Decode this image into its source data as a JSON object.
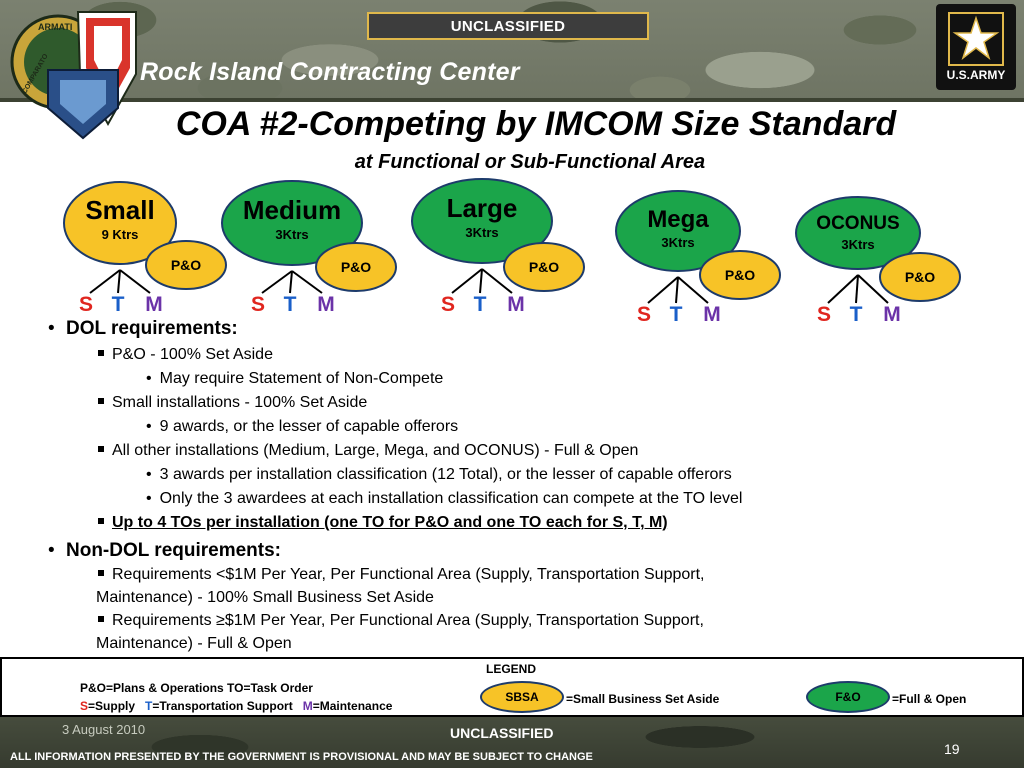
{
  "header": {
    "classification": "UNCLASSIFIED",
    "org_title": "Rock Island Contracting Center",
    "left_logo_text": "ARMATI",
    "left_logo_text2": "COMPARATO",
    "army_logo_text": "U.S.ARMY"
  },
  "slide": {
    "title": "COA #2-Competing by IMCOM Size Standard",
    "subtitle": "at Functional or Sub-Functional Area"
  },
  "diagram": {
    "groups": [
      {
        "name": "Small",
        "ktrs": "9 Ktrs",
        "po": "P&O",
        "color": "#f7c327"
      },
      {
        "name": "Medium",
        "ktrs": "3Ktrs",
        "po": "P&O",
        "color": "#1ba54a"
      },
      {
        "name": "Large",
        "ktrs": "3Ktrs",
        "po": "P&O",
        "color": "#1ba54a"
      },
      {
        "name": "Mega",
        "ktrs": "3Ktrs",
        "po": "P&O",
        "color": "#1ba54a"
      },
      {
        "name": "OCONUS",
        "ktrs": "3Ktrs",
        "po": "P&O",
        "color": "#1ba54a"
      }
    ],
    "stm": {
      "s": "S",
      "t": "T",
      "m": "M"
    },
    "colors": {
      "s": "#e0261f",
      "t": "#1a5fc9",
      "m": "#6b33a8",
      "po_fill": "#f7c327",
      "border": "#1d3b6b"
    }
  },
  "bullets": {
    "dol_title": "DOL requirements:",
    "po_setaside": "P&O - 100% Set Aside",
    "non_compete": "May require Statement of Non-Compete",
    "small_setaside": "Small installations - 100% Set Aside",
    "nine_awards": "9 awards, or the lesser of capable offerors",
    "other_installations": "All other installations (Medium, Large, Mega, and OCONUS) - Full & Open",
    "three_awards": "3 awards per installation classification (12 Total), or the lesser of capable offerors",
    "only_three": "Only the 3 awardees at each installation classification can compete at the TO level",
    "up_to_four": "Up to 4 TOs per installation (one TO for P&O and  one TO each for S, T, M)",
    "nondol_title": "Non-DOL  requirements:",
    "req_less_1": "Requirements <$1M Per Year, Per Functional Area (Supply, Transportation Support,",
    "req_less_2": "Maintenance) -  100% Small Business Set Aside",
    "req_more_1": "Requirements ≥$1M Per Year, Per Functional Area (Supply, Transportation Support,",
    "req_more_2": "Maintenance) -  Full & Open"
  },
  "legend": {
    "title": "LEGEND",
    "line1": "P&O=Plans & Operations   TO=Task Order",
    "s_key": "S",
    "s_text": "=Supply   ",
    "t_key": "T",
    "t_text": "=Transportation Support   ",
    "m_key": "M",
    "m_text": "=Maintenance",
    "sbsa_label": "SBSA",
    "sbsa_text": "=Small Business Set Aside",
    "fo_label": "F&O",
    "fo_text": "=Full & Open"
  },
  "footer": {
    "date": "3 August 2010",
    "classification": "UNCLASSIFIED",
    "page_number": "19",
    "disclaimer": "ALL INFORMATION PRESENTED BY THE GOVERNMENT IS PROVISIONAL AND MAY BE SUBJECT TO CHANGE"
  }
}
